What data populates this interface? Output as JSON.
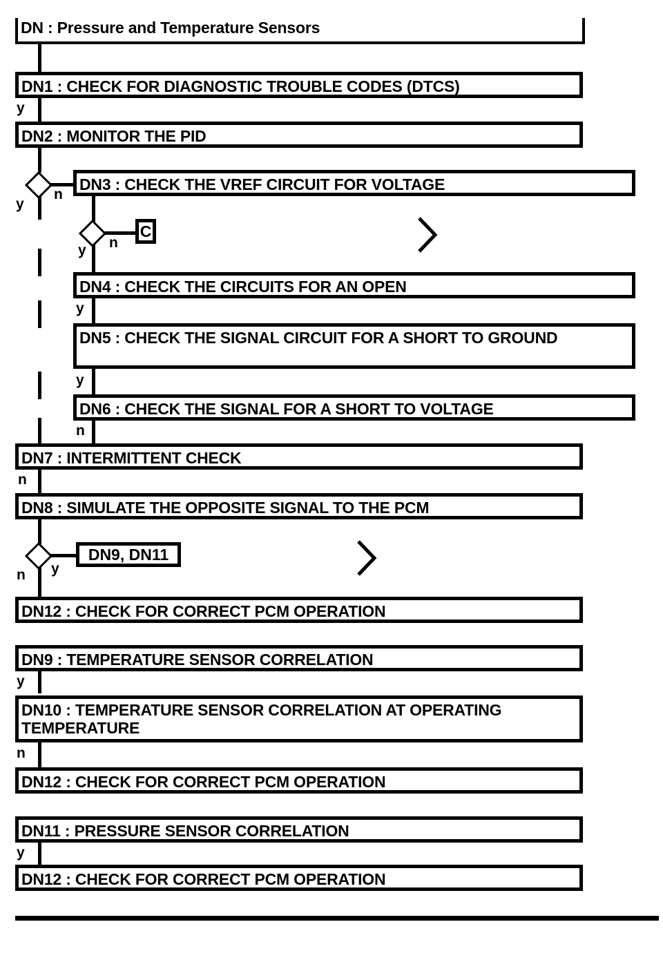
{
  "diagram": {
    "title": "DN : Pressure and Temperature Sensors",
    "type": "flowchart"
  },
  "nodes": {
    "title": {
      "label": "DN : Pressure and Temperature Sensors"
    },
    "dn1": {
      "label": "DN1 : CHECK FOR DIAGNOSTIC TROUBLE CODES (DTCS)"
    },
    "dn2": {
      "label": "DN2 : MONITOR THE PID"
    },
    "dn3": {
      "label": "DN3 : CHECK THE VREF CIRCUIT FOR VOLTAGE"
    },
    "dn4": {
      "label": "DN4 : CHECK THE CIRCUITS FOR AN OPEN"
    },
    "dn5": {
      "label": "DN5 : CHECK THE SIGNAL CIRCUIT FOR A SHORT TO GROUND"
    },
    "dn6": {
      "label": "DN6 : CHECK THE SIGNAL FOR A SHORT TO VOLTAGE"
    },
    "dn7": {
      "label": "DN7 : INTERMITTENT CHECK"
    },
    "dn8": {
      "label": "DN8 : SIMULATE THE OPPOSITE SIGNAL TO THE PCM"
    },
    "dn12a": {
      "label": "DN12 : CHECK FOR CORRECT PCM OPERATION"
    },
    "dn9": {
      "label": "DN9 : TEMPERATURE SENSOR CORRELATION"
    },
    "dn10": {
      "label": "DN10 : TEMPERATURE SENSOR CORRELATION AT OPERATING TEMPERATURE"
    },
    "dn12b": {
      "label": "DN12 : CHECK FOR CORRECT PCM OPERATION"
    },
    "dn11": {
      "label": "DN11 : PRESSURE SENSOR CORRELATION"
    },
    "dn12c": {
      "label": "DN12 : CHECK FOR CORRECT PCM OPERATION"
    }
  },
  "connectors": {
    "c_ref": {
      "label": "C"
    },
    "dn9_dn11_ref": {
      "label": "DN9, DN11"
    }
  },
  "branch_labels": {
    "dn1_to_dn2": "y",
    "dec1_yes": "y",
    "dec1_no": "n",
    "dec2_yes": "y",
    "dec2_no": "n",
    "dn4_yes": "y",
    "dn5_yes": "y",
    "dn6_no": "n",
    "dn7_no": "n",
    "dec3_no": "n",
    "dec3_yes": "y",
    "dn9_yes": "y",
    "dn10_no": "n",
    "dn11_yes": "y"
  },
  "colors": {
    "ink": "#000000",
    "paper": "#ffffff"
  }
}
